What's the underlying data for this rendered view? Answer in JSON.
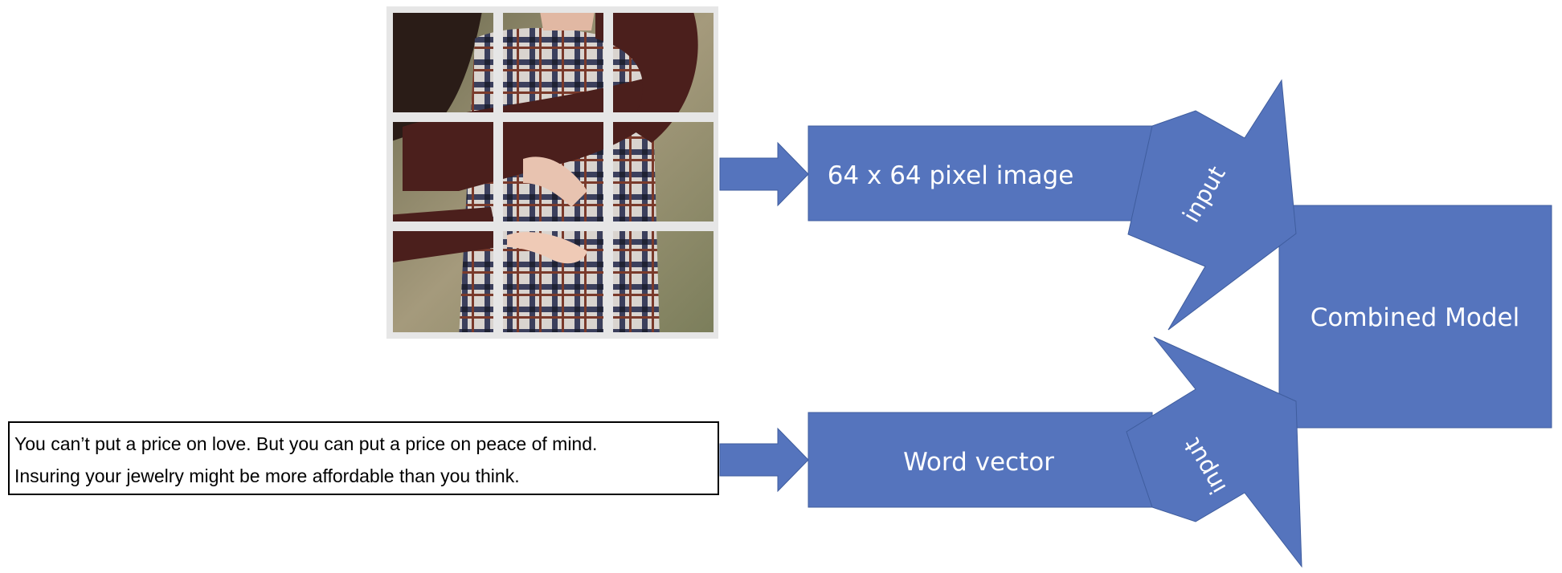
{
  "colors": {
    "shape_fill": "#5574bd",
    "shape_stroke": "#3f5d9e",
    "shape_text": "#ffffff",
    "caption_border": "#000000",
    "photo_grid": "#e6e6e6"
  },
  "photo": {
    "description_icon": "couple-embrace-photo",
    "grid_rows": 3,
    "grid_cols": 3
  },
  "boxes": {
    "image_box": {
      "label": "64 x 64 pixel image"
    },
    "word_box": {
      "label": "Word vector"
    },
    "combined_box": {
      "label": "Combined Model"
    }
  },
  "arrows": {
    "upper_input": {
      "label": "input"
    },
    "lower_input": {
      "label": "input"
    }
  },
  "caption": {
    "lines": [
      "You can’t put a price on love. But you can put a price on peace of mind.",
      "Insuring your jewelry might be more affordable than you think."
    ]
  }
}
